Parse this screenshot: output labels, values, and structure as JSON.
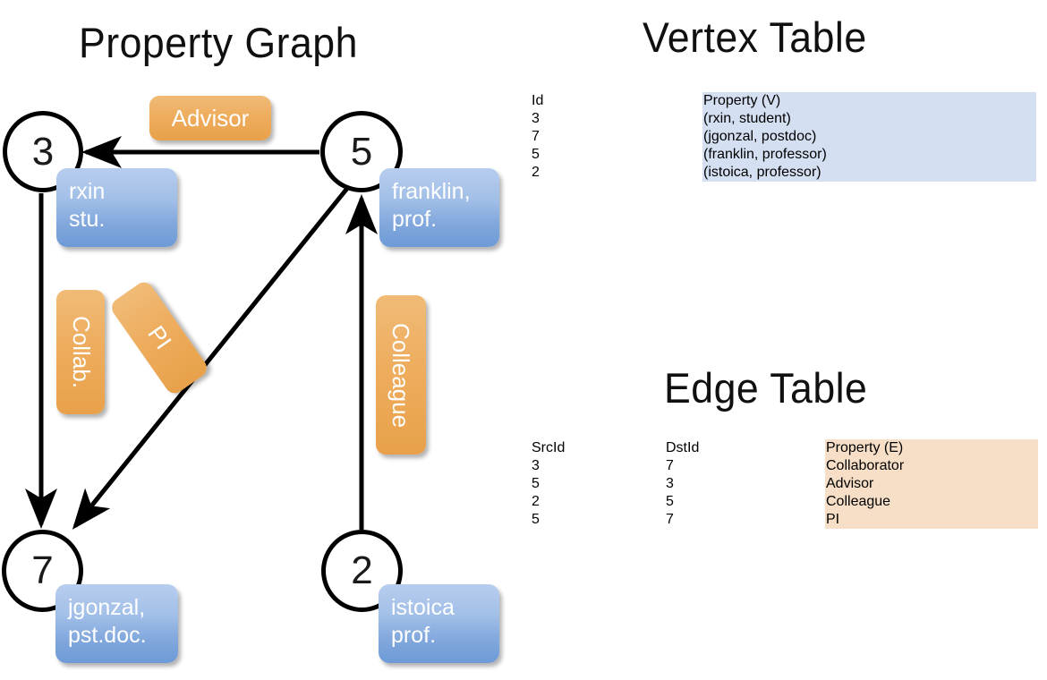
{
  "titles": {
    "property_graph": "Property Graph",
    "vertex_table": "Vertex Table",
    "edge_table": "Edge Table"
  },
  "graph": {
    "nodes": [
      {
        "id": "3",
        "property_label": "rxin\nstu."
      },
      {
        "id": "5",
        "property_label": "franklin,\nprof."
      },
      {
        "id": "7",
        "property_label": "jgonzal,\npst.doc."
      },
      {
        "id": "2",
        "property_label": "istoica\nprof."
      }
    ],
    "edge_labels": [
      {
        "name": "advisor",
        "text": "Advisor"
      },
      {
        "name": "collab",
        "text": "Collab."
      },
      {
        "name": "pi",
        "text": "PI"
      },
      {
        "name": "colleague",
        "text": "Colleague"
      }
    ],
    "edges": [
      {
        "from": "5",
        "to": "3",
        "label": "Advisor"
      },
      {
        "from": "3",
        "to": "7",
        "label": "Collab."
      },
      {
        "from": "5",
        "to": "7",
        "label": "PI"
      },
      {
        "from": "2",
        "to": "5",
        "label": "Colleague"
      }
    ],
    "colors": {
      "vertex_box": "#8fb2e2",
      "edge_box": "#eead5e",
      "stroke": "#000000"
    }
  },
  "vertex_table": {
    "columns": [
      "Id",
      "Property (V)"
    ],
    "rows": [
      {
        "id": "3",
        "property": "(rxin, student)"
      },
      {
        "id": "7",
        "property": "(jgonzal, postdoc)"
      },
      {
        "id": "5",
        "property": "(franklin, professor)"
      },
      {
        "id": "2",
        "property": "(istoica, professor)"
      }
    ],
    "property_cell_color": "#d4e0f2"
  },
  "edge_table": {
    "columns": [
      "SrcId",
      "DstId",
      "Property (E)"
    ],
    "rows": [
      {
        "src": "3",
        "dst": "7",
        "property": "Collaborator"
      },
      {
        "src": "5",
        "dst": "3",
        "property": "Advisor"
      },
      {
        "src": "2",
        "dst": "5",
        "property": "Colleague"
      },
      {
        "src": "5",
        "dst": "7",
        "property": "PI"
      }
    ],
    "property_cell_color": "#f6dfc6"
  }
}
